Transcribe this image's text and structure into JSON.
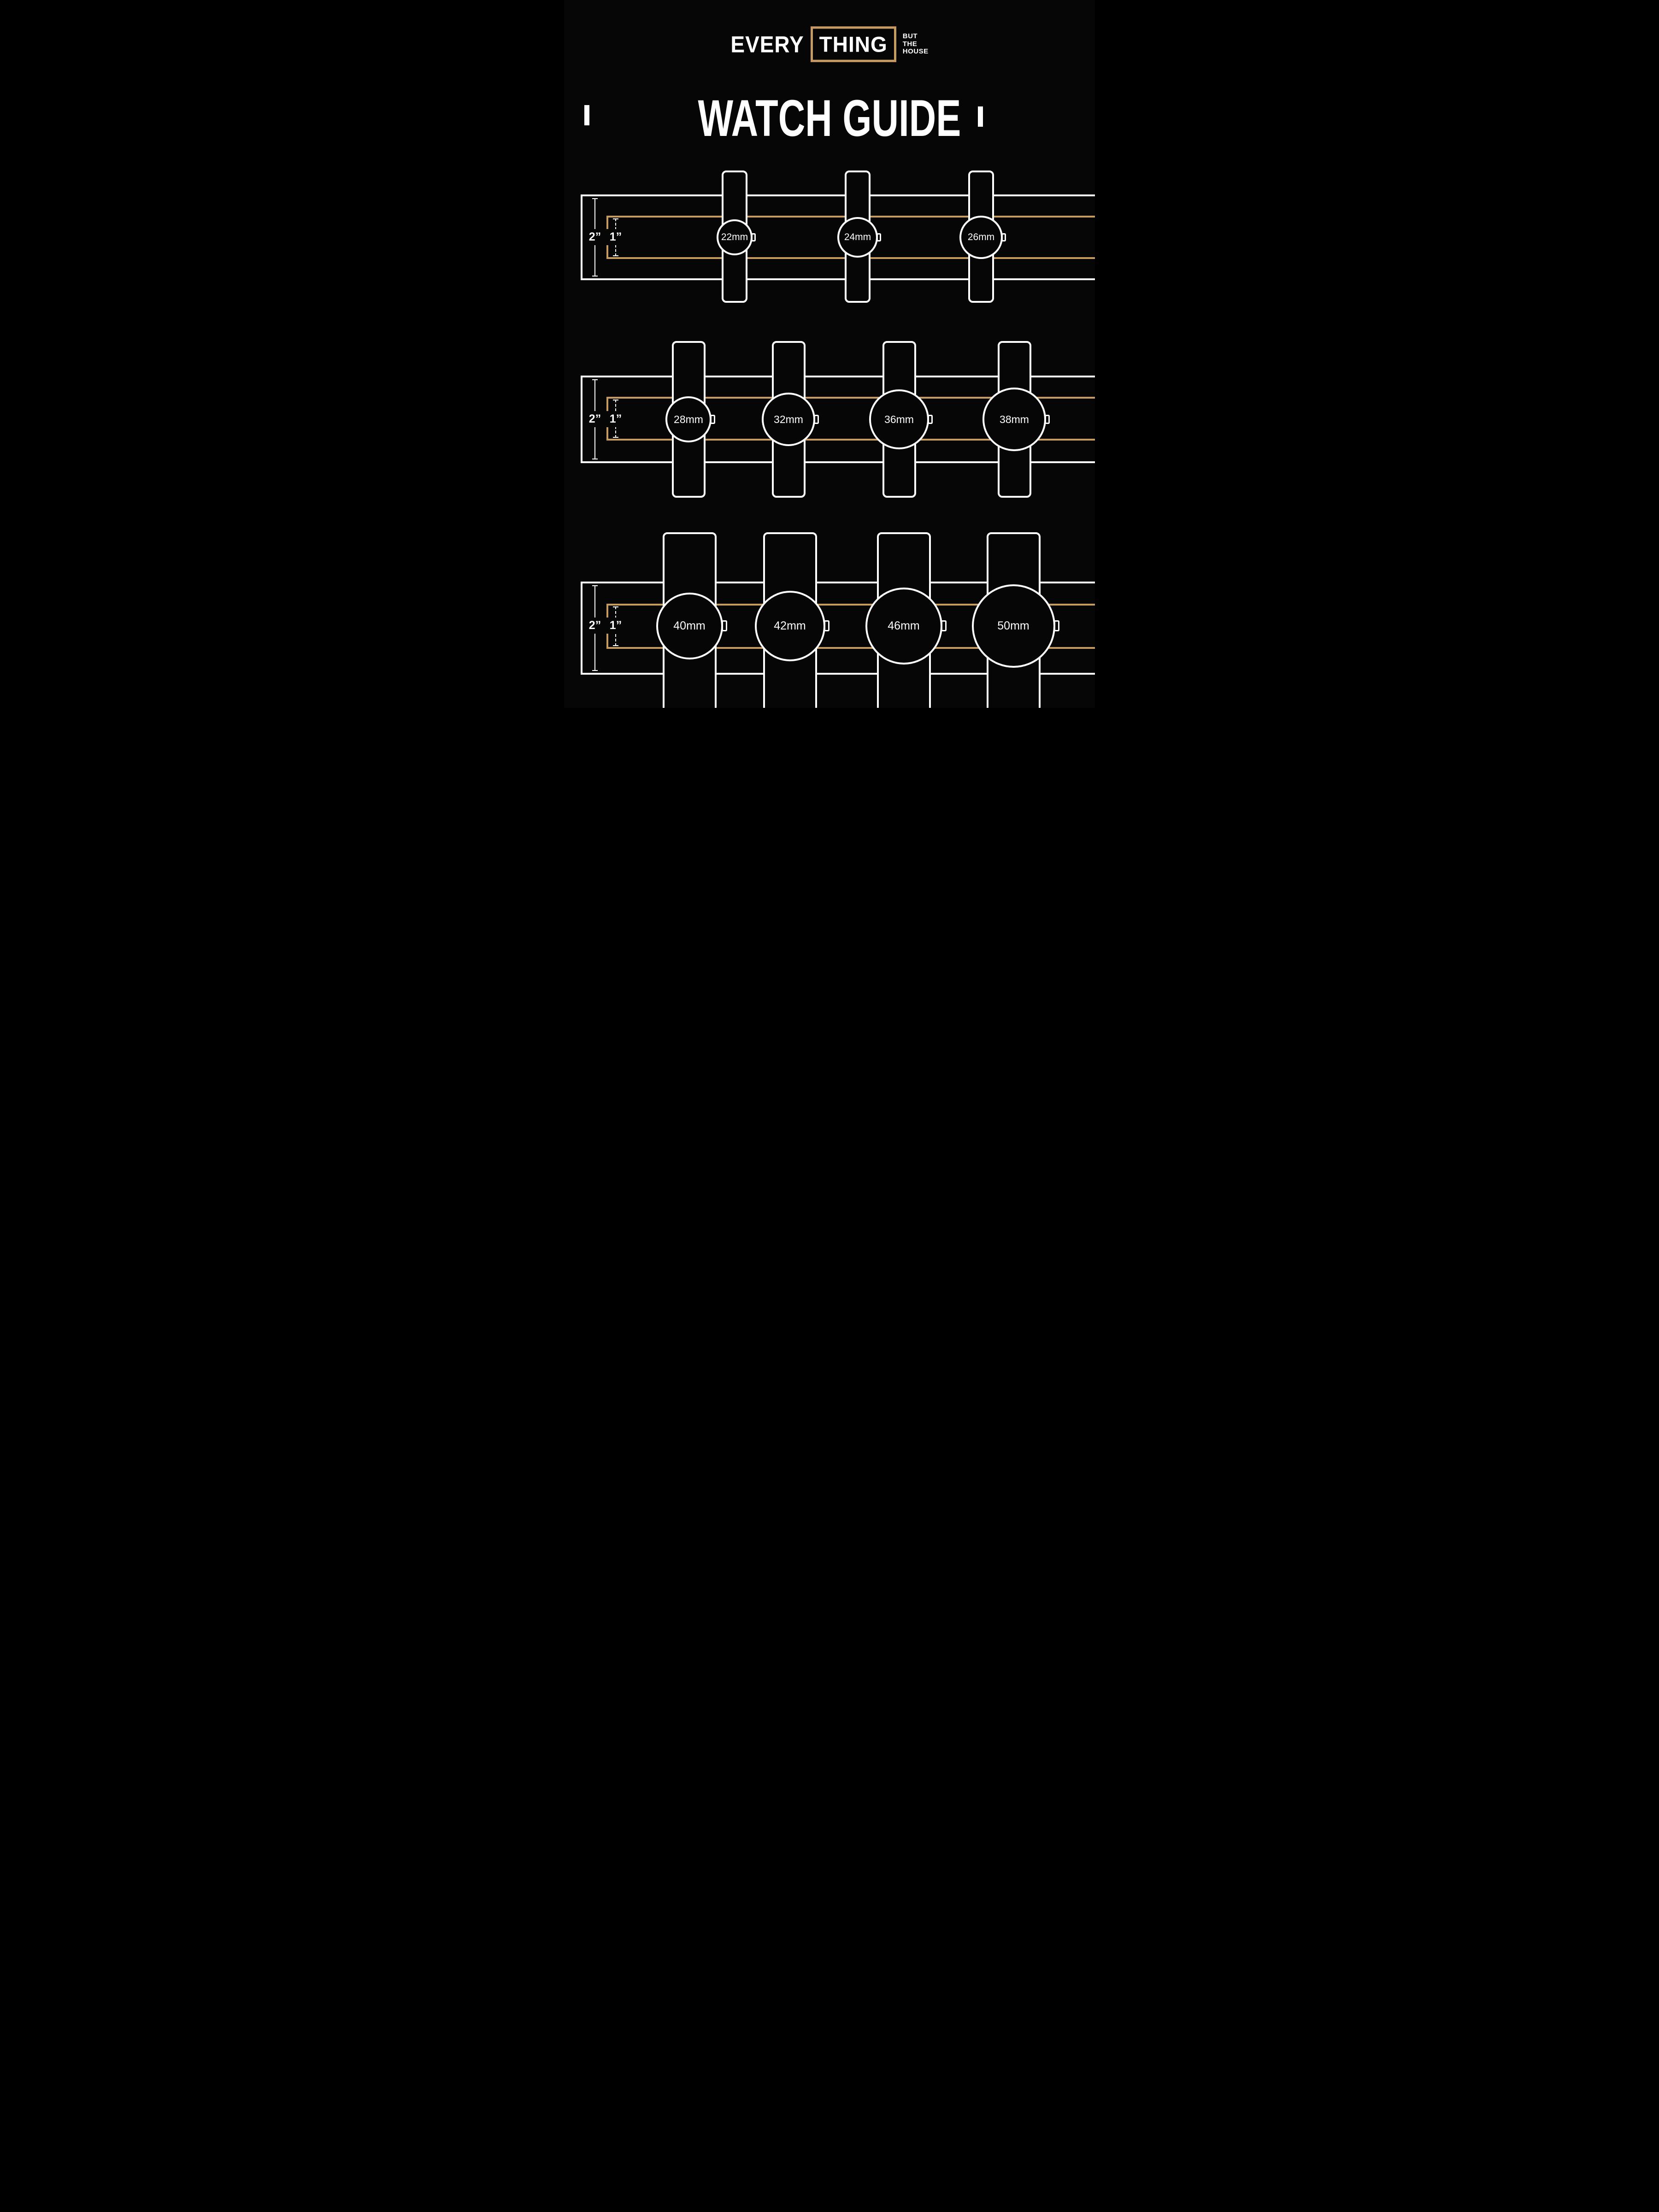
{
  "logo": {
    "every": "EVERY",
    "thing": "THING",
    "but": "BUT",
    "the": "THE",
    "house": "HOUSE"
  },
  "title": "WATCH GUIDE",
  "colors": {
    "background": "#060606",
    "accent_tan": "#C69B61",
    "white": "#FFFFFF"
  },
  "rows": [
    {
      "outer_label": "2”",
      "inner_label": "1”",
      "watches": [
        {
          "label": "22mm"
        },
        {
          "label": "24mm"
        },
        {
          "label": "26mm"
        }
      ]
    },
    {
      "outer_label": "2”",
      "inner_label": "1”",
      "watches": [
        {
          "label": "28mm"
        },
        {
          "label": "32mm"
        },
        {
          "label": "36mm"
        },
        {
          "label": "38mm"
        }
      ]
    },
    {
      "outer_label": "2”",
      "inner_label": "1”",
      "watches": [
        {
          "label": "40mm"
        },
        {
          "label": "42mm"
        },
        {
          "label": "46mm"
        },
        {
          "label": "50mm"
        }
      ]
    }
  ]
}
